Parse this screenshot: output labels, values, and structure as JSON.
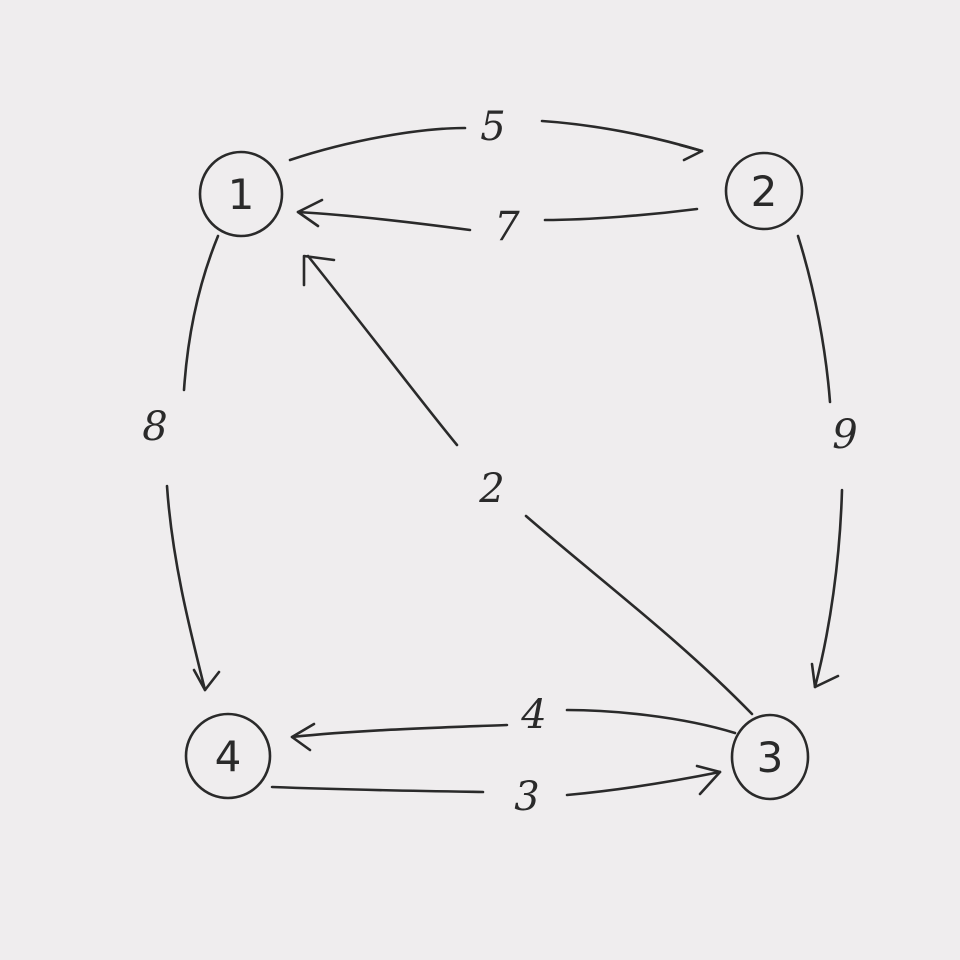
{
  "nodes": [
    {
      "id": "1",
      "label": "1"
    },
    {
      "id": "2",
      "label": "2"
    },
    {
      "id": "3",
      "label": "3"
    },
    {
      "id": "4",
      "label": "4"
    }
  ],
  "edges": [
    {
      "from": "1",
      "to": "2",
      "weight": "5"
    },
    {
      "from": "2",
      "to": "1",
      "weight": "7"
    },
    {
      "from": "1",
      "to": "4",
      "weight": "8"
    },
    {
      "from": "2",
      "to": "3",
      "weight": "9"
    },
    {
      "from": "3",
      "to": "1",
      "weight": "2"
    },
    {
      "from": "3",
      "to": "4",
      "weight": "4"
    },
    {
      "from": "4",
      "to": "3",
      "weight": "3"
    }
  ]
}
